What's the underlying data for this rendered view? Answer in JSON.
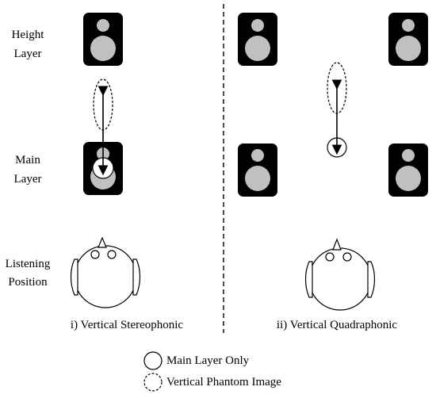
{
  "colors": {
    "speaker_body": "#000000",
    "speaker_driver": "#c0c0c0",
    "line": "#000000",
    "background": "#ffffff"
  },
  "row_labels": {
    "height": [
      "Height",
      "Layer"
    ],
    "main": [
      "Main",
      "Layer"
    ],
    "listening": [
      "Listening",
      "Position"
    ]
  },
  "captions": {
    "left": "i) Vertical Stereophonic",
    "right": "ii) Vertical Quadraphonic"
  },
  "legend": {
    "main_layer_only": "Main Layer Only",
    "vertical_phantom_image": "Vertical Phantom Image"
  },
  "icons": [
    "speaker-icon",
    "listener-head-icon",
    "phantom-image-ellipse",
    "main-layer-circle",
    "double-arrow"
  ]
}
